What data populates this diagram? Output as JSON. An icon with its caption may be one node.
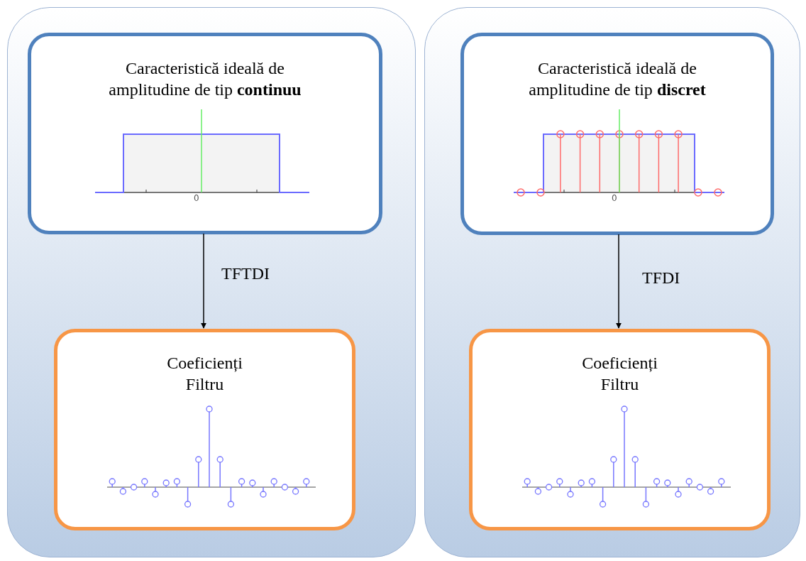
{
  "diagram": {
    "nodes": [
      {
        "text": [],
        "shape": "box"
      },
      {
        "text": [
          "Caracteristică ideală de amplitudine de tip **continuu**"
        ],
        "in": 0
      },
      {
        "text": [
          "Coeficienți Filtru"
        ],
        "in": 0
      },
      {
        "text": [],
        "shape": "box"
      },
      {
        "text": [
          "Caracteristică ideală de amplitudine de tip **discret**"
        ],
        "in": 3
      },
      {
        "text": [
          "Coeficienți Filtru"
        ],
        "in": 3
      }
    ],
    "edges": [
      {
        "from": 1,
        "to": 2,
        "arrow": "to",
        "label": "TFTDI"
      },
      {
        "from": 4,
        "to": 5,
        "arrow": "to",
        "label": "TFDI"
      }
    ],
    "labels": [
      "0",
      "0"
    ]
  }
}
